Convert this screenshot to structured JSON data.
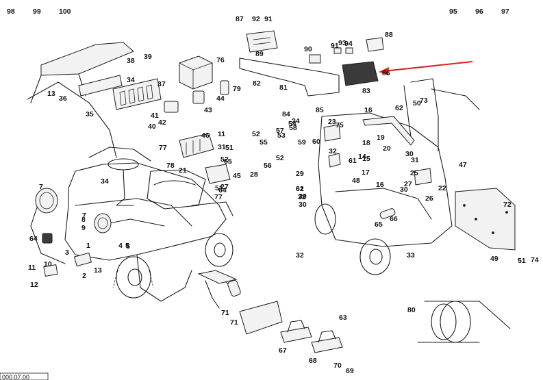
{
  "diagram": {
    "type": "exploded-parts-drawing",
    "footer_code": "000.07.00",
    "pointer_arrow_color": "#e0201b",
    "ink_color": "#1a1a1a",
    "callouts": [
      "1",
      "2",
      "3",
      "4",
      "5",
      "6",
      "7",
      "7",
      "8",
      "9",
      "10",
      "11",
      "11",
      "12",
      "13",
      "13",
      "14",
      "15",
      "16",
      "16",
      "17",
      "18",
      "19",
      "20",
      "21",
      "22",
      "23",
      "24",
      "25",
      "26",
      "27",
      "27",
      "28",
      "29",
      "30",
      "30",
      "30",
      "30",
      "31",
      "31",
      "32",
      "32",
      "32",
      "33",
      "34",
      "34",
      "35",
      "36",
      "37",
      "38",
      "39",
      "40",
      "41",
      "42",
      "43",
      "44",
      "45",
      "46",
      "47",
      "48",
      "49",
      "50",
      "51",
      "51",
      "51",
      "52",
      "52",
      "52",
      "53",
      "54",
      "55",
      "56",
      "57",
      "58",
      "59",
      "60",
      "61",
      "61",
      "62",
      "62",
      "63",
      "64",
      "64",
      "65",
      "65",
      "66",
      "67",
      "68",
      "69",
      "70",
      "71",
      "71",
      "72",
      "73",
      "74",
      "75",
      "76",
      "77",
      "77",
      "78",
      "79",
      "80",
      "81",
      "82",
      "83",
      "84",
      "85",
      "86",
      "87",
      "88",
      "89",
      "90",
      "91",
      "91",
      "92",
      "93",
      "94",
      "95",
      "96",
      "97",
      "98",
      "99",
      "100"
    ]
  }
}
